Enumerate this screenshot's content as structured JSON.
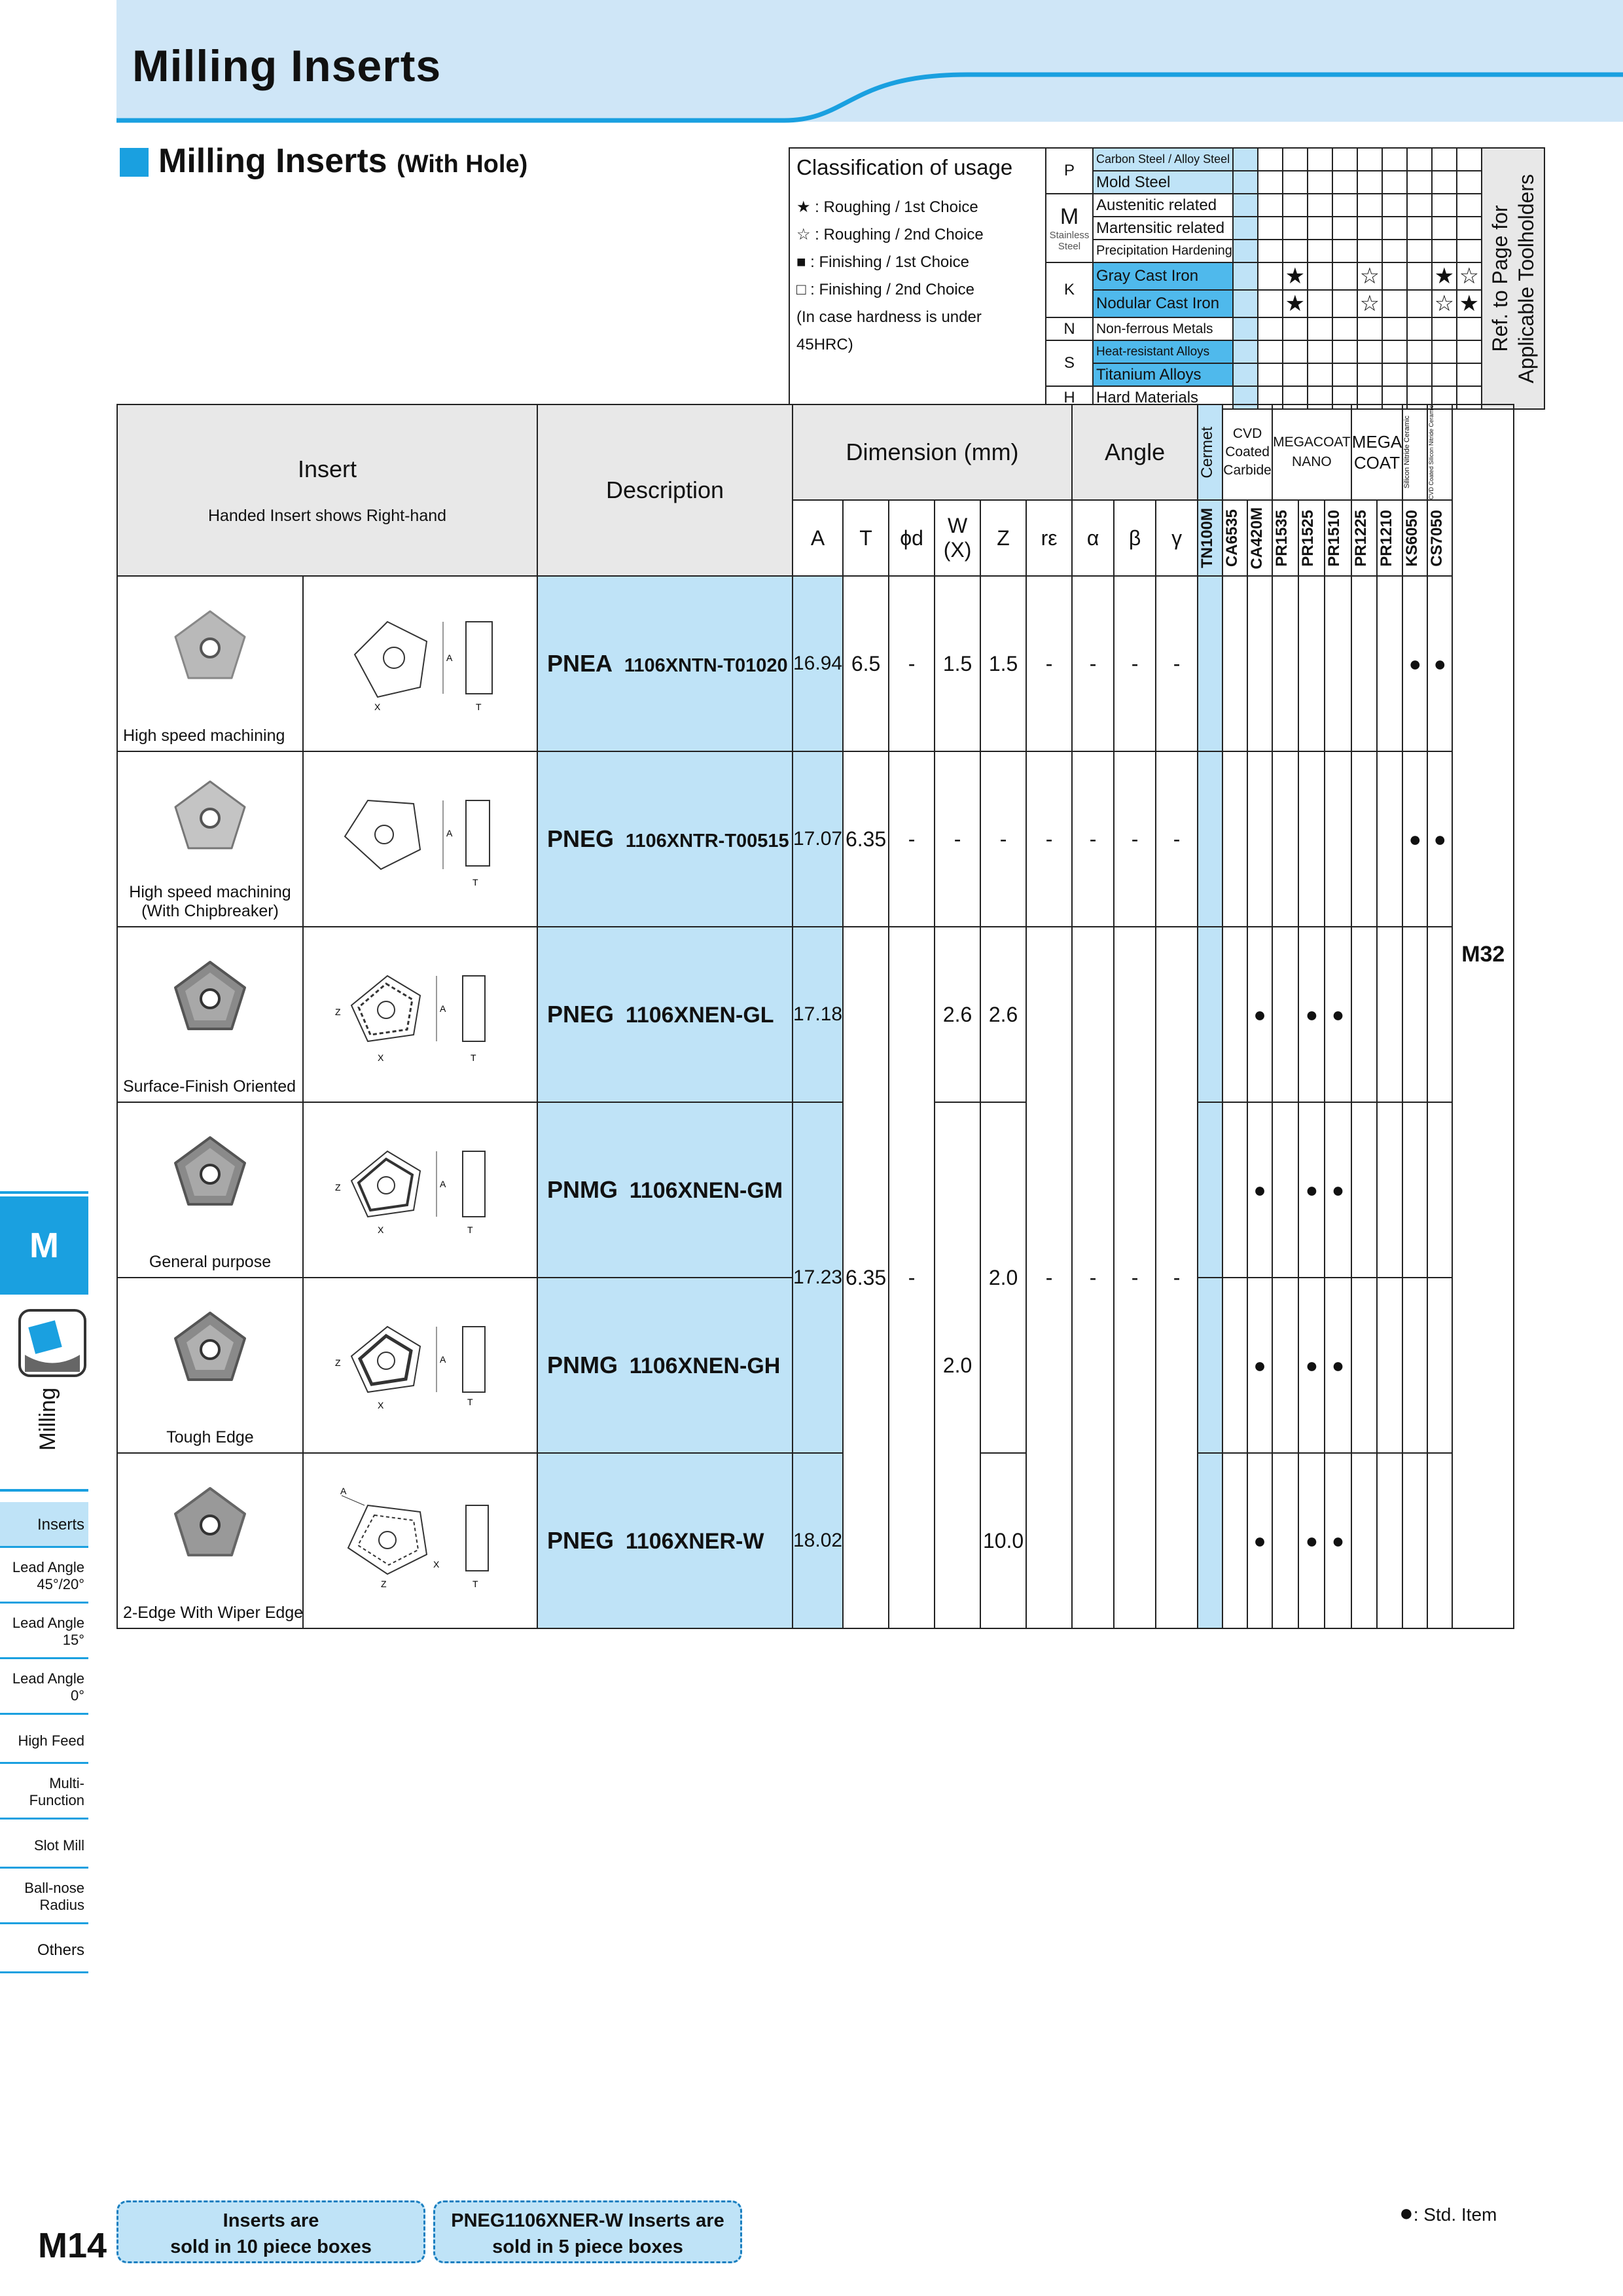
{
  "header": {
    "title": "Milling Inserts"
  },
  "section": {
    "title": "Milling Inserts",
    "subtitle": "(With Hole)"
  },
  "classification": {
    "title": "Classification of usage",
    "legend": [
      {
        "sym": "★",
        "text": "Roughing / 1st Choice"
      },
      {
        "sym": "☆",
        "text": "Roughing / 2nd Choice"
      },
      {
        "sym": "■",
        "text": "Finishing / 1st Choice"
      },
      {
        "sym": "□",
        "text": "Finishing / 2nd Choice"
      }
    ],
    "note": "(In case hardness is under 45HRC)",
    "groups": {
      "P": "P",
      "M": "M",
      "M_sub1": "Stainless",
      "M_sub2": "Steel",
      "K": "K",
      "N": "N",
      "S": "S",
      "H": "H"
    },
    "materials": [
      "Carbon Steel / Alloy Steel",
      "Mold Steel",
      "Austenitic related",
      "Martensitic related",
      "Precipitation Hardening",
      "Gray Cast Iron",
      "Nodular Cast Iron",
      "Non-ferrous Metals",
      "Heat-resistant Alloys",
      "Titanium Alloys",
      "Hard Materials"
    ],
    "gray_cast_iron_marks": [
      "",
      "",
      "★",
      "",
      "",
      "☆",
      "",
      "",
      "★",
      "☆"
    ],
    "nodular_cast_iron_marks": [
      "",
      "",
      "★",
      "",
      "",
      "☆",
      "",
      "",
      "☆",
      "★"
    ],
    "ref_label_1": "Ref. to Page for",
    "ref_label_2": "Applicable Toolholders"
  },
  "table": {
    "insert_header": "Insert",
    "insert_sub": "Handed Insert shows Right-hand",
    "description_header": "Description",
    "dimension_header": "Dimension (mm)",
    "angle_header": "Angle",
    "cols": {
      "A": "A",
      "T": "T",
      "d": "ϕd",
      "W1": "W",
      "W2": "(X)",
      "Z": "Z",
      "re": "rε",
      "alpha": "α",
      "beta": "β",
      "gamma": "γ"
    },
    "grade_groups": {
      "cermet": "Cermet",
      "cvd1": "CVD",
      "cvd2": "Coated",
      "cvd3": "Carbide",
      "mcnano1": "MEGACOAT",
      "mcnano2": "NANO",
      "mc1": "MEGA",
      "mc2": "COAT",
      "si1": "Silicon Nitride",
      "si2": "Ceramic",
      "cvdc1": "CVD Coated Silicon",
      "cvdc2": "Nitride Ceramic"
    },
    "grades": [
      "TN100M",
      "CA6535",
      "CA420M",
      "PR1535",
      "PR1525",
      "PR1510",
      "PR1225",
      "PR1210",
      "KS6050",
      "CS7050"
    ],
    "ref_page": "M32",
    "rows": [
      {
        "caption": "High speed machining",
        "caption2": "",
        "code": "PNEA",
        "spec": "1106XNTN-T01020",
        "A": "16.94",
        "T": "6.5",
        "d": "-",
        "W": "1.5",
        "Z": "1.5",
        "re": "-",
        "alpha": "-",
        "beta": "-",
        "gamma": "-",
        "marks": [
          "",
          "",
          "",
          "",
          "",
          "",
          "",
          "",
          "●",
          "●"
        ]
      },
      {
        "caption": "High speed machining",
        "caption2": "(With Chipbreaker)",
        "code": "PNEG",
        "spec": "1106XNTR-T00515",
        "A": "17.07",
        "T": "6.35",
        "d": "-",
        "W": "-",
        "Z": "-",
        "re": "-",
        "alpha": "-",
        "beta": "-",
        "gamma": "-",
        "marks": [
          "",
          "",
          "",
          "",
          "",
          "",
          "",
          "",
          "●",
          "●"
        ]
      },
      {
        "caption": "Surface-Finish Oriented",
        "caption2": "",
        "code": "PNEG",
        "spec": "1106XNEN-GL",
        "A": "17.18",
        "W": "2.6",
        "Z": "2.6",
        "marks": [
          "",
          "",
          "●",
          "",
          "●",
          "●",
          "",
          "",
          "",
          ""
        ]
      },
      {
        "caption": "General purpose",
        "caption2": "",
        "code": "PNMG",
        "spec": "1106XNEN-GM",
        "marks": [
          "",
          "",
          "●",
          "",
          "●",
          "●",
          "",
          "",
          "",
          ""
        ]
      },
      {
        "caption": "Tough Edge",
        "caption2": "",
        "code": "PNMG",
        "spec": "1106XNEN-GH",
        "marks": [
          "",
          "",
          "●",
          "",
          "●",
          "●",
          "",
          "",
          "",
          ""
        ]
      },
      {
        "caption": "2-Edge With Wiper Edge",
        "caption2": "",
        "code": "PNEG",
        "spec": "1106XNER-W",
        "A": "18.02",
        "Z": "10.0",
        "marks": [
          "",
          "",
          "●",
          "",
          "●",
          "●",
          "",
          "",
          "",
          ""
        ]
      }
    ],
    "merged": {
      "A_gm_gh": "17.23",
      "T_lower": "6.35",
      "d_lower": "-",
      "W_gm_gh_w": "2.0",
      "Z_gm_gh": "2.0",
      "re_lower": "-",
      "alpha_lower": "-",
      "beta_lower": "-",
      "gamma_lower": "-"
    }
  },
  "sidebar": {
    "tab": "M",
    "category": "Milling",
    "items": [
      "Inserts",
      "Lead Angle 45°/20°",
      "Lead Angle 15°",
      "Lead Angle 0°",
      "High Feed",
      "Multi-Function",
      "Slot Mill",
      "Ball-nose Radius",
      "Others"
    ]
  },
  "footer": {
    "page": "M14",
    "note1_l1": "Inserts are",
    "note1_l2": "sold in 10 piece boxes",
    "note2_l1": "PNEG1106XNER-W Inserts are",
    "note2_l2": "sold in 5 piece boxes",
    "std_symbol": "●",
    "std_label": ": Std. Item"
  }
}
